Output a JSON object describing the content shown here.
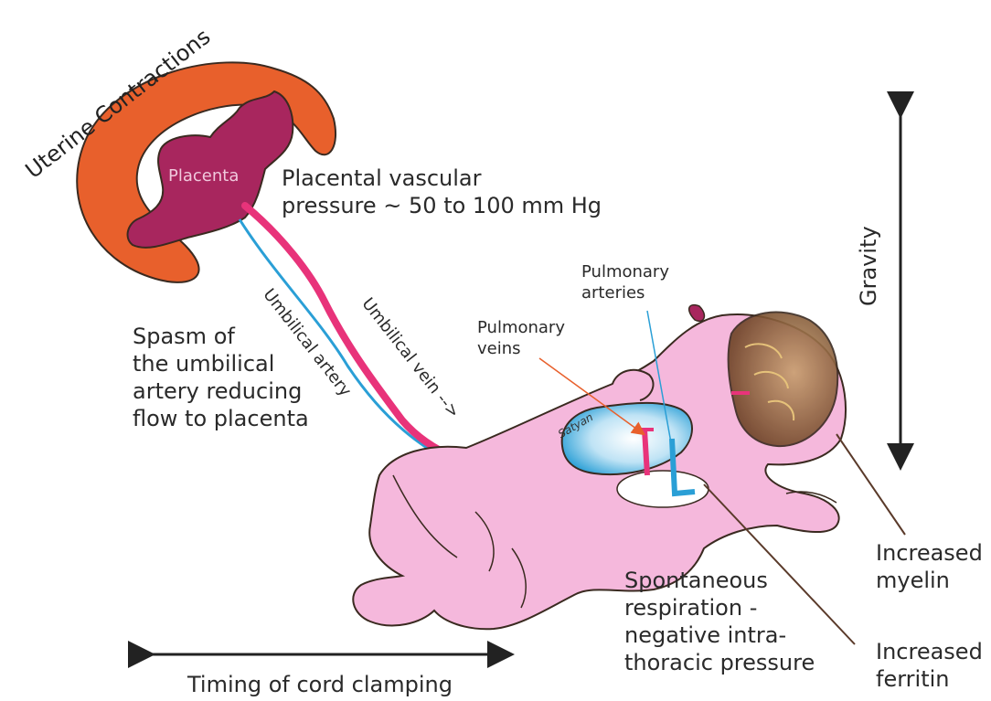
{
  "labels": {
    "uterine_contractions": "Uterine Contractions",
    "placenta": "Placenta",
    "placental_pressure": "Placental vascular\npressure ~ 50 to 100 mm Hg",
    "umbilical_artery": "Umbilical artery",
    "umbilical_vein": "Umbilical vein -->",
    "spasm": "Spasm of\nthe umbilical\nartery reducing\nflow to placenta",
    "pulmonary_arteries": "Pulmonary\narteries",
    "pulmonary_veins": "Pulmonary\nveins",
    "gravity": "Gravity",
    "increased_myelin": "Increased\nmyelin",
    "increased_ferritin": "Increased\nferritin",
    "spontaneous_respiration": "Spontaneous\nrespiration -\nnegative intra-\nthoracic pressure",
    "timing": "Timing of cord clamping",
    "signature": "Satyan"
  },
  "colors": {
    "uterus": "#e8602c",
    "placenta": "#a8265e",
    "umbilical_vein": "#e8337a",
    "umbilical_artery": "#2a9fd6",
    "baby_skin": "#f5b8dc",
    "lung": "#2a9fd6",
    "brain": "#8a5a3a"
  },
  "icons": [
    "double-arrow-vertical-icon",
    "double-arrow-horizontal-icon"
  ]
}
